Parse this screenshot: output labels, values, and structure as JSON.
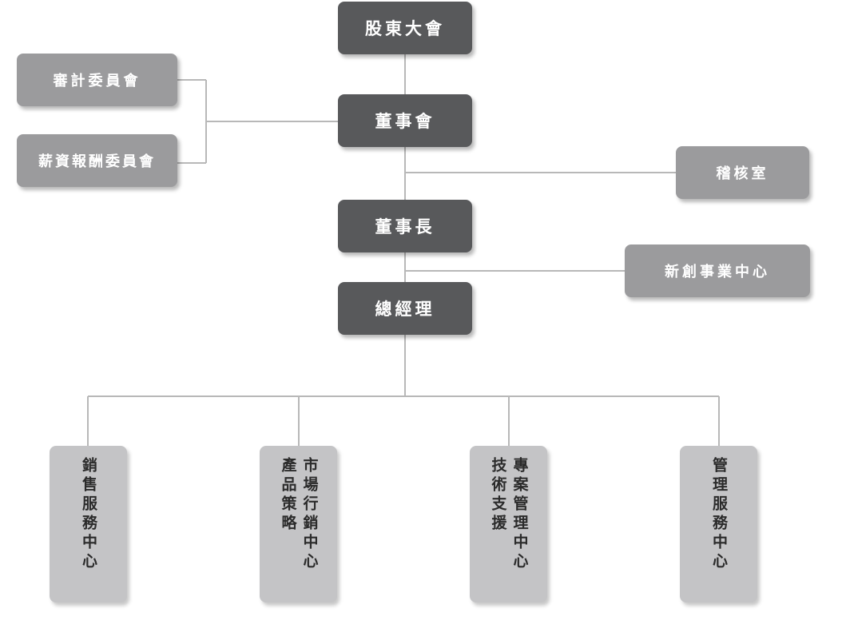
{
  "chart": {
    "shareholders": "股東大會",
    "board": "董事會",
    "audit_committee": "審計委員會",
    "compensation_committee": "薪資報酬委員會",
    "audit_office": "稽核室",
    "chairman": "董事長",
    "innovation_center": "新創事業中心",
    "general_manager": "總經理",
    "departments": [
      {
        "columns": [
          "銷售服務中心"
        ]
      },
      {
        "columns": [
          "市場行銷中心",
          "產品策略"
        ]
      },
      {
        "columns": [
          "專案管理中心",
          "技術支援"
        ]
      },
      {
        "columns": [
          "管理服務中心"
        ]
      }
    ]
  },
  "colors": {
    "dark_box": "#58595b",
    "light_box": "#9b9b9d",
    "department_box": "#c4c4c6",
    "connector": "#b8b8b8"
  }
}
